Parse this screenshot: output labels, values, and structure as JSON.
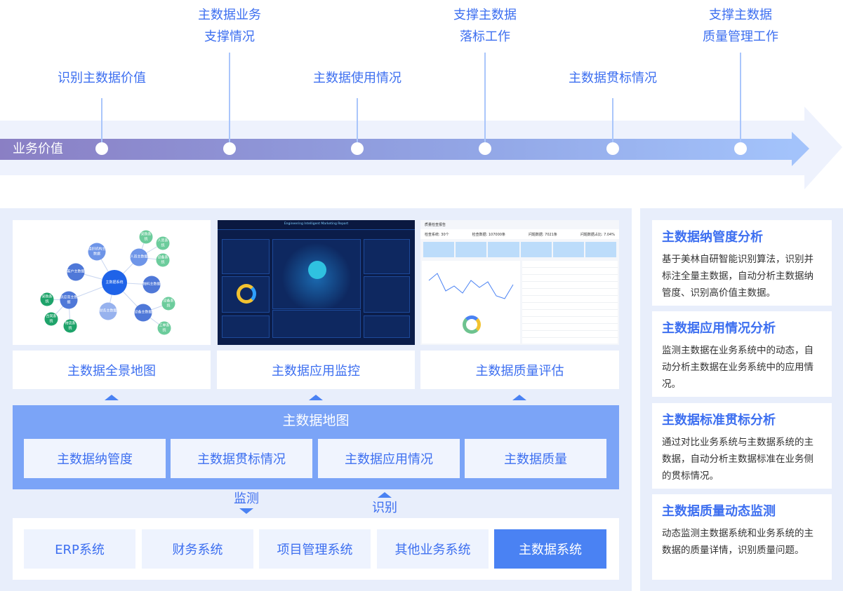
{
  "timeline": {
    "axis_label": "业务价值",
    "milestones": [
      {
        "line1": "识别主数据价值",
        "line2": ""
      },
      {
        "line1": "主数据业务",
        "line2": "支撑情况"
      },
      {
        "line1": "主数据使用情况",
        "line2": ""
      },
      {
        "line1": "支撑主数据",
        "line2": "落标工作"
      },
      {
        "line1": "主数据贯标情况",
        "line2": ""
      },
      {
        "line1": "支撑主数据",
        "line2": "质量管理工作"
      }
    ]
  },
  "thumbnails": {
    "mindmap": {
      "center": "主数据系统",
      "nodes": [
        "组织机构主数据",
        "人员主数据",
        "客户主数据",
        "物料主数据",
        "供应商主数据",
        "财务主数据",
        "设备主数据"
      ],
      "leaves": [
        "采购系统",
        "人资系统",
        "设备系统",
        "采购系统",
        "合同系统",
        "物流系统",
        "设备系统",
        "工单系统"
      ]
    },
    "dashboard": {
      "title": "Engineering Intelligent Marketing Report"
    },
    "quality": {
      "header": "质量检查报告",
      "stats": [
        "检查系统: 30个",
        "检查数据: 107000条",
        "问题数据: 7021条",
        "问题数据占比: 7.04%"
      ]
    }
  },
  "captions": [
    "主数据全景地图",
    "主数据应用监控",
    "主数据质量评估"
  ],
  "map": {
    "title": "主数据地图",
    "items": [
      "主数据纳管度",
      "主数据贯标情况",
      "主数据应用情况",
      "主数据质量"
    ]
  },
  "flow": {
    "monitor": "监测",
    "identify": "识别"
  },
  "systems": [
    "ERP系统",
    "财务系统",
    "项目管理系统",
    "其他业务系统",
    "主数据系统"
  ],
  "cards": [
    {
      "title": "主数据纳管度分析",
      "body": "基于美林自研智能识别算法，识别并标注全量主数据，自动分析主数据纳管度、识别高价值主数据。"
    },
    {
      "title": "主数据应用情况分析",
      "body": "监测主数据在业务系统中的动态，自动分析主数据在业务系统中的应用情况。"
    },
    {
      "title": "主数据标准贯标分析",
      "body": "通过对比业务系统与主数据系统的主数据，自动分析主数据标准在业务侧的贯标情况。"
    },
    {
      "title": "主数据质量动态监测",
      "body": "动态监测主数据系统和业务系统的主数据的质量详情，识别质量问题。"
    }
  ],
  "colors": {
    "accent": "#3d6ff0",
    "map_bg": "#7ba4f7",
    "active_system": "#4a82f3",
    "panel_bg": "#e8eefb"
  }
}
